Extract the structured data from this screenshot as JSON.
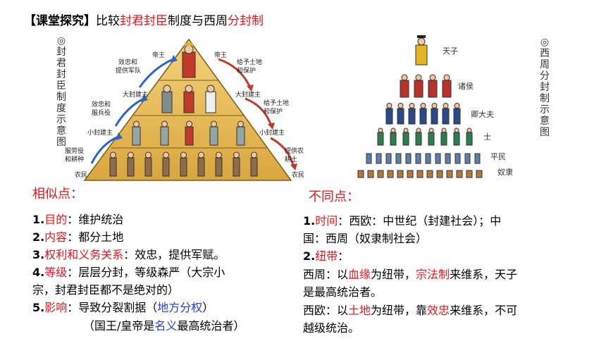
{
  "title": {
    "bracket": "【课堂探究】",
    "pre": "比较",
    "term1": "封君封臣",
    "mid": "制度与西周",
    "term2": "分封制"
  },
  "left_caption": [
    "◎",
    "封",
    "君",
    "封",
    "臣",
    "制",
    "度",
    "示",
    "意",
    "图"
  ],
  "right_caption": [
    "◎",
    "西",
    "周",
    "分",
    "封",
    "制",
    "示",
    "意",
    "图"
  ],
  "feudal_labels": {
    "emperor_left": "帝王",
    "emperor_right": "帝王",
    "loyal1": "效忠和",
    "loyal2": "提供军队",
    "grant1": "给予土地",
    "grant2": "和保护",
    "lord_left": "大封建主",
    "lord_right": "大封建主",
    "serve1": "效忠和",
    "serve2": "服兵役",
    "grant3": "给予土地",
    "grant4": "和保护",
    "minor_left": "小封建主",
    "minor_right": "小封建主",
    "labor1": "服劳役",
    "labor2": "和耕种",
    "provide1": "提供农",
    "provide2": "耕土",
    "peasant_left": "农民",
    "peasant_right": "农民"
  },
  "zhou_labels": {
    "tianzi": "天子",
    "zhuhou": "诸侯",
    "qingdafu": "卿大夫",
    "shi": "士",
    "pingmin": "平民",
    "nuli": "奴隶"
  },
  "similar": {
    "heading": "相似点：",
    "i1_num": "1.",
    "i1_key": "目的",
    "i1_rest": "：维护统治",
    "i2_num": "2.",
    "i2_key": "内容",
    "i2_rest": "：都分土地",
    "i3_num": "3.",
    "i3_key": "权利和义务关系",
    "i3_rest": "：效忠，提供军赋。",
    "i4_num": "4.",
    "i4_key": "等级",
    "i4_rest": "：层层分封，等级森严（大宗小",
    "i4_line2": "宗，封君封臣都不是绝对的）",
    "i5_num": "5.",
    "i5_key": "影响",
    "i5_rest": "：导致分裂割据（",
    "i5_blue": "地方分权",
    "i5_end": "）",
    "i6_pre": "（国王/皇帝是",
    "i6_blue": "名义",
    "i6_post": "最高统治者）"
  },
  "different": {
    "heading": "不同点：",
    "d1_num": "1.",
    "d1_key": "时间",
    "d1_rest": "：西欧：中世纪（封建社会）；中",
    "d1_line2": "国：西周（奴隶制社会）",
    "d2_num": "2.",
    "d2_key": "纽带",
    "d2_rest": "：",
    "d3_pre": "西周：以",
    "d3_red1": "血缘",
    "d3_mid": "为纽带，",
    "d3_red2": "宗法制",
    "d3_post": "来维系，天子",
    "d3_line2": "是最高统治者。",
    "d4_pre": "西欧：以",
    "d4_red1": "土地",
    "d4_mid": "为纽带，靠",
    "d4_red2": "效忠",
    "d4_post": "来维系，不可",
    "d4_line2": "越级统治。"
  }
}
